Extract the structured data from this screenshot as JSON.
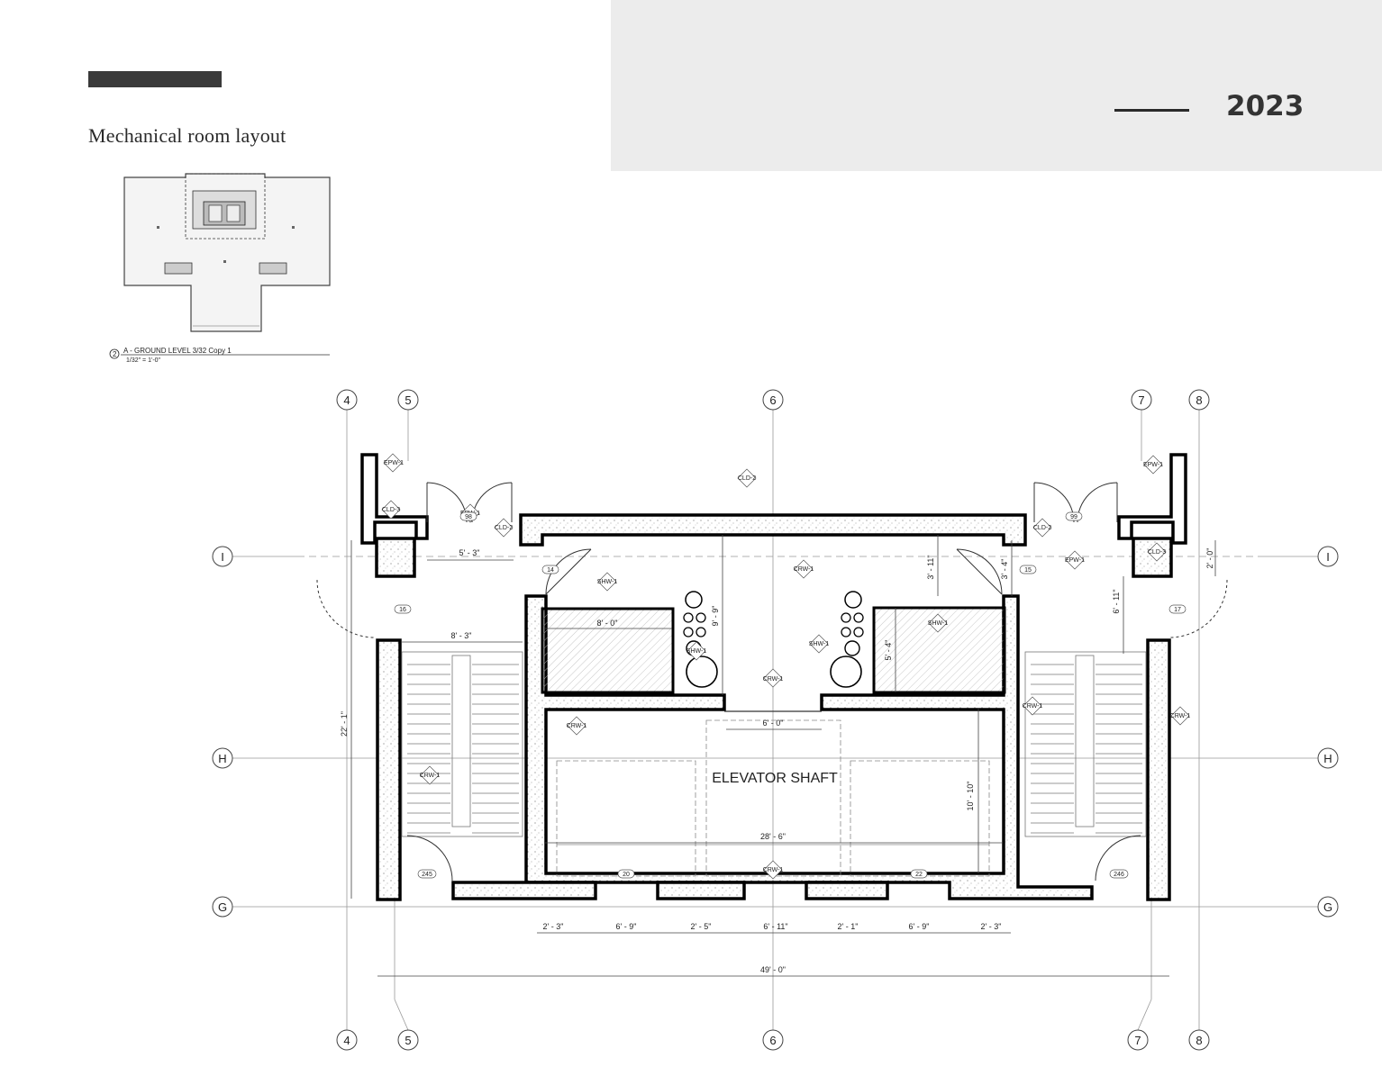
{
  "header": {
    "title": "Mechanical room layout",
    "year": "2023"
  },
  "key_plan": {
    "caption_number": "2",
    "caption": "A - GROUND LEVEL 3/32 Copy 1",
    "scale": "1/32\" = 1'-0\""
  },
  "plan": {
    "room_label": "ELEVATOR SHAFT",
    "grid_columns": [
      "4",
      "5",
      "6",
      "7",
      "8"
    ],
    "grid_rows": [
      "I",
      "H",
      "G"
    ],
    "dimensions": {
      "top_left_opening": "5' - 3\"",
      "stair_left_width": "8' - 3\"",
      "left_height": "22' - 1\"",
      "shaft_top_left": "8' - 0\"",
      "shaft_vert_left": "9' - 9\"",
      "door_opening": "6' - 0\"",
      "shaft_right_vert": "5' - 4\"",
      "right_top_a": "3' - 11\"",
      "right_top_b": "3' - 4\"",
      "right_side": "6' - 11\"",
      "right_small": "2' - 0\"",
      "shaft_height": "10' - 10\"",
      "shaft_width": "28' - 6\"",
      "total_width": "49' - 0\"",
      "bottom_chain": [
        "2' - 3\"",
        "6' - 9\"",
        "2' - 5\"",
        "6' - 11\"",
        "2' - 1\"",
        "6' - 9\"",
        "2' - 3\""
      ]
    },
    "tags": {
      "epw": "EPW-1",
      "cld3": "CLD-3",
      "cld2": "CLD-2",
      "shw": "SHW-1",
      "crw": "CRW-1"
    },
    "door_numbers": {
      "d14": "14",
      "d15": "15",
      "d16": "16",
      "d17": "17",
      "d20": "20",
      "d22": "22",
      "d245": "245",
      "d246": "246",
      "d98": "98",
      "d99": "99"
    }
  }
}
